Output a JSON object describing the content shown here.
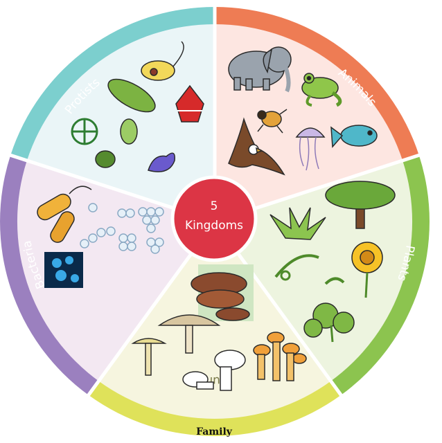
{
  "center": {
    "line1": "5",
    "line2": "Kingdoms",
    "color": "#dc3545"
  },
  "kingdoms": [
    {
      "key": "animals",
      "label": "Animals",
      "ring_color": "#ee7c54",
      "fill_color": "#fde6e1",
      "contents": [
        "elephant-icon",
        "frog-icon",
        "beetle-icon",
        "eagle-icon",
        "jellyfish-icon",
        "fish-icon"
      ]
    },
    {
      "key": "plants",
      "label": "Plants",
      "ring_color": "#8cc44f",
      "fill_color": "#edf4df",
      "contents": [
        "tree-icon",
        "aloe-icon",
        "fern-icon",
        "sunflower-icon",
        "herb-icon"
      ]
    },
    {
      "key": "fungi",
      "label": "Fungi",
      "ring_color": "#dfe25a",
      "fill_color": "#f6f5df",
      "contents": [
        "bracket-fungus-icon",
        "mushroom-icon",
        "white-mushroom-icon",
        "orange-mushroom-cluster-icon"
      ]
    },
    {
      "key": "bacteria",
      "label": "Bacteria",
      "ring_color": "#9b80bf",
      "fill_color": "#f3e8f2",
      "contents": [
        "bacillus-icon",
        "coccus-chain-icon",
        "coccus-cluster-icon",
        "micrograph-icon"
      ]
    },
    {
      "key": "protists",
      "label": "Protists",
      "ring_color": "#7ccfce",
      "fill_color": "#eaf5f7",
      "contents": [
        "euglena-icon",
        "paramecium-icon",
        "diatom-icon",
        "volvox-icon",
        "dinoflagellate-icon",
        "ciliate-icon"
      ]
    }
  ],
  "caption": "Family"
}
